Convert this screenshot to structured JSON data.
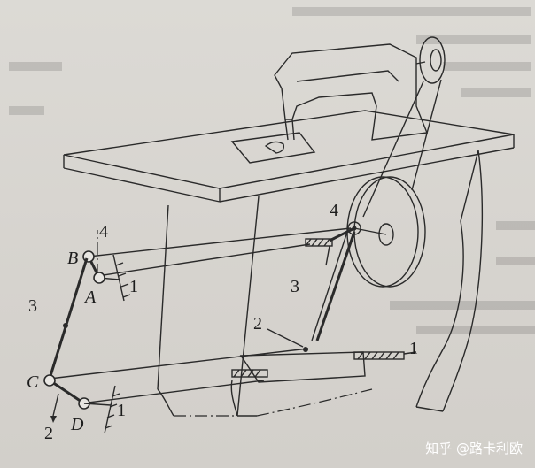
{
  "labels": {
    "B": "B",
    "A": "A",
    "C": "C",
    "D": "D",
    "n4_left": "4",
    "n1_top_left": "1",
    "n3_left": "3",
    "n1_bottom_left": "1",
    "n2_left": "2",
    "n4_right": "4",
    "n3_right": "3",
    "n2_right": "2",
    "n1_right": "1"
  },
  "watermark": "知乎 @路卡利欧",
  "colors": {
    "ink": "#2a2a2a",
    "paper": "#d9d6d1"
  }
}
